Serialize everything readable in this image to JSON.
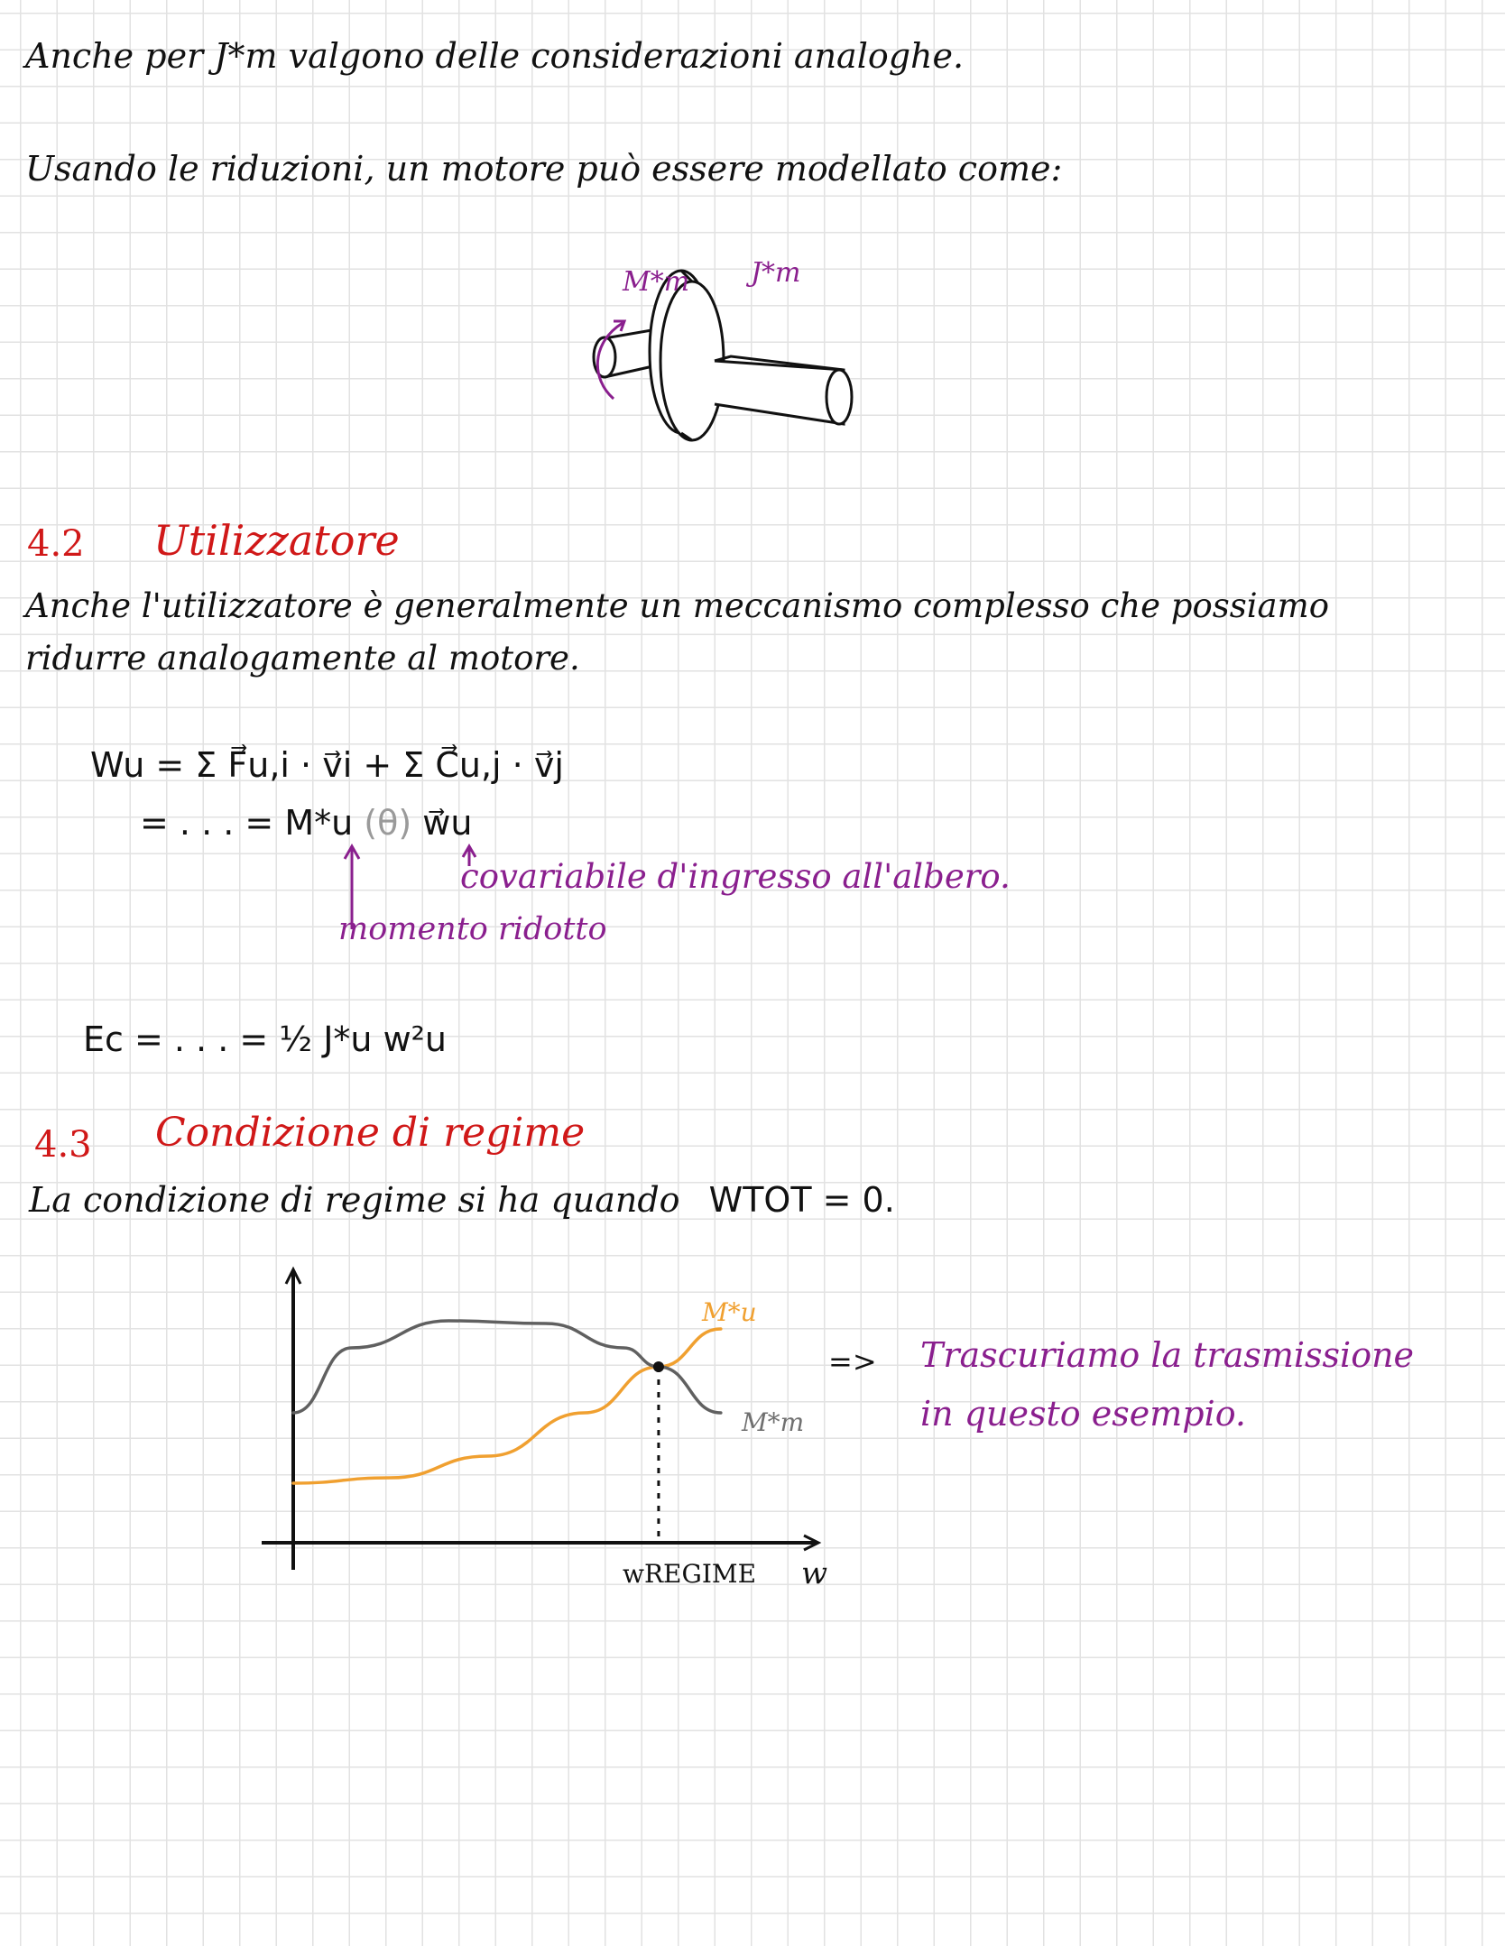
{
  "lines": {
    "intro": "Anche per J*m valgono delle considerazioni analoghe.",
    "usando": "Usando le riduzioni, un motore può essere modellato come:"
  },
  "motor_diagram": {
    "label_moment": "M*m",
    "label_inertia": "J*m",
    "color_label": "#8a1f8e"
  },
  "sections": [
    {
      "number": "4.2",
      "title": "Utilizzatore",
      "body_line1": "Anche l'utilizzatore è generalmente un meccanismo complesso che possiamo",
      "body_line2": "ridurre analogamente al motore."
    },
    {
      "number": "4.3",
      "title": "Condizione di regime",
      "body": "La condizione di regime si ha quando",
      "body_eq": "WTOT = 0."
    }
  ],
  "equations": {
    "work_line1": "Wu = Σ F⃗u,i · v⃗i + Σ C⃗u,j · v⃗j",
    "work_line2_prefix": "= . . . = M*u",
    "work_line2_theta": "(θ)",
    "work_line2_suffix": "w⃗u",
    "annot_covariable": "covariabile d'ingresso all'albero.",
    "annot_moment": "momento ridotto",
    "energy": "Ec = . . . = ½ J*u w²u"
  },
  "chart_data": {
    "type": "line",
    "xlabel": "w",
    "x_marker_label": "wREGIME",
    "series": [
      {
        "name": "M*u",
        "color": "#f0a030",
        "values": [
          [
            0,
            2.2
          ],
          [
            2.5,
            2.4
          ],
          [
            5,
            3.2
          ],
          [
            7.5,
            4.8
          ],
          [
            9.4,
            6.5
          ],
          [
            11,
            7.9
          ]
        ]
      },
      {
        "name": "M*m",
        "color": "#606060",
        "values": [
          [
            0,
            4.8
          ],
          [
            1.5,
            7.2
          ],
          [
            4,
            8.2
          ],
          [
            6.5,
            8.1
          ],
          [
            8.5,
            7.2
          ],
          [
            9.4,
            6.5
          ],
          [
            11,
            4.8
          ]
        ]
      }
    ],
    "intersection": [
      9.4,
      6.5
    ],
    "xlim": [
      0,
      13
    ],
    "ylim": [
      0,
      10
    ]
  },
  "side_note": {
    "arrow": "=>",
    "line1": "Trascuriamo la trasmissione",
    "line2": "in questo esempio."
  },
  "colors": {
    "ink": "#111111",
    "heading": "#d01818",
    "annotation": "#8a1f8e",
    "curve_user": "#f0a030",
    "curve_motor": "#606060"
  }
}
